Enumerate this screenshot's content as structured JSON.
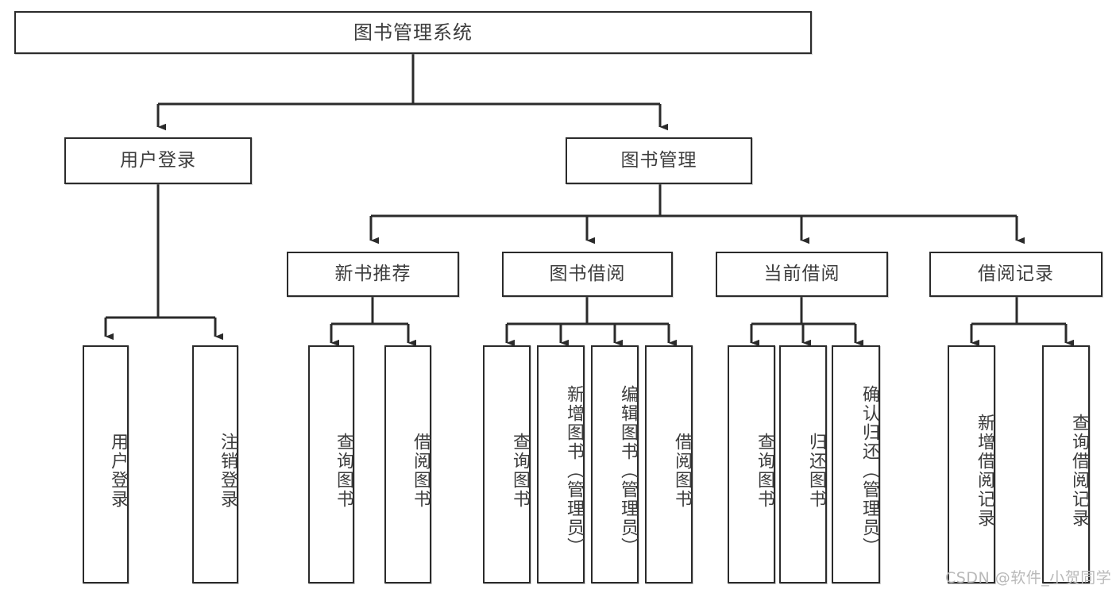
{
  "diagram": {
    "type": "tree-hierarchy",
    "title": "图书管理系统",
    "orientation": "top-down",
    "colors": {
      "box_border": "#2b2b2b",
      "box_fill": "#ffffff",
      "text": "#3d3d3d",
      "edge": "#2b2b2b",
      "watermark": "#b9b9b9",
      "background": "#ffffff"
    }
  },
  "nodes": {
    "root": {
      "label": "图书管理系统"
    },
    "level2": [
      {
        "id": "user-login",
        "label": "用户登录"
      },
      {
        "id": "book-manage",
        "label": "图书管理"
      }
    ],
    "level3": [
      {
        "id": "new-book-recommend",
        "label": "新书推荐"
      },
      {
        "id": "book-borrow",
        "label": "图书借阅"
      },
      {
        "id": "current-borrow",
        "label": "当前借阅"
      },
      {
        "id": "borrow-record",
        "label": "借阅记录"
      }
    ],
    "leaves": {
      "user-login": [
        {
          "id": "leaf-user-login",
          "label": "用户登录"
        },
        {
          "id": "leaf-logout",
          "label": "注销登录"
        }
      ],
      "new-book-recommend": [
        {
          "id": "leaf-query-book-1",
          "label": "查询图书"
        },
        {
          "id": "leaf-borrow-book-1",
          "label": "借阅图书"
        }
      ],
      "book-borrow": [
        {
          "id": "leaf-query-book-2",
          "label": "查询图书"
        },
        {
          "id": "leaf-add-book",
          "label": "新增图书（管理员）"
        },
        {
          "id": "leaf-edit-book",
          "label": "编辑图书（管理员）"
        },
        {
          "id": "leaf-borrow-book-2",
          "label": "借阅图书"
        }
      ],
      "current-borrow": [
        {
          "id": "leaf-query-book-3",
          "label": "查询图书"
        },
        {
          "id": "leaf-return-book",
          "label": "归还图书"
        },
        {
          "id": "leaf-confirm-return",
          "label": "确认归还（管理员）"
        }
      ],
      "borrow-record": [
        {
          "id": "leaf-add-record",
          "label": "新增借阅记录"
        },
        {
          "id": "leaf-query-record",
          "label": "查询借阅记录"
        }
      ]
    }
  },
  "watermark": {
    "text": "CSDN @软件_小贺同学"
  }
}
